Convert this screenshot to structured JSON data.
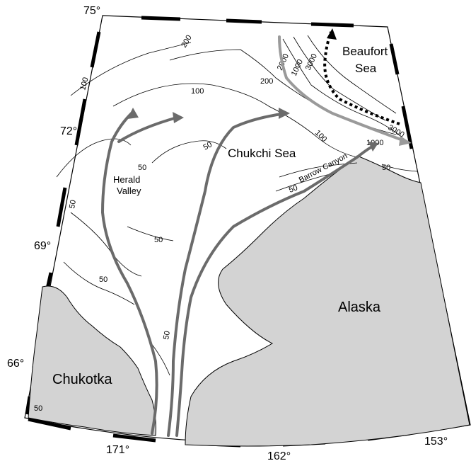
{
  "map": {
    "latitude_labels": [
      "75°",
      "72°",
      "69°",
      "66°"
    ],
    "longitude_labels": [
      "171°",
      "162°",
      "153°"
    ],
    "regions": {
      "beaufort_sea": [
        "Beaufort",
        "Sea"
      ],
      "chukchi_sea": "Chukchi Sea",
      "herald_valley": [
        "Herald",
        "Valley"
      ],
      "barrow_canyon": "Barrow Canyon",
      "alaska": "Alaska",
      "chukotka": "Chukotka"
    },
    "contour_labels": [
      "50",
      "100",
      "200",
      "1000",
      "2000",
      "3000"
    ],
    "colors": {
      "land": "#d3d3d3",
      "flow_path": "#6b6b6b",
      "beaufort_flow": "#9a9a9a",
      "dotted_flow": "#000000"
    }
  }
}
